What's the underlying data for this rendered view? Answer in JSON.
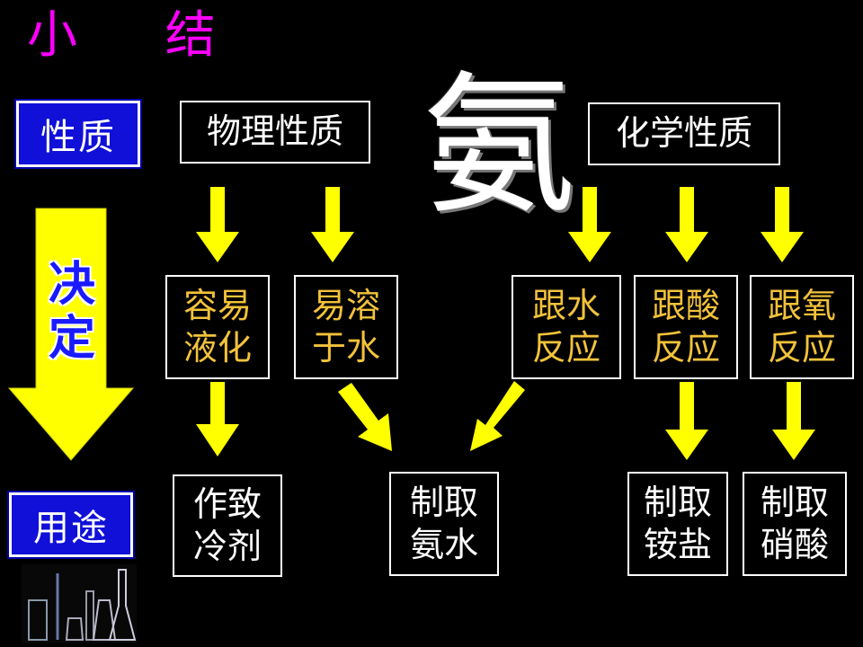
{
  "title": "小 结",
  "center_char": "氨",
  "left": {
    "properties_label": "性质",
    "determines_label": "决\n定",
    "uses_label": "用途"
  },
  "physical": {
    "header": "物理性质",
    "items": [
      "容易\n液化",
      "易溶\n于水"
    ]
  },
  "chemical": {
    "header": "化学性质",
    "items": [
      "跟水\n反应",
      "跟酸\n反应",
      "跟氧\n反应"
    ]
  },
  "uses": [
    "作致\n冷剂",
    "制取\n氨水",
    "制取\n铵盐",
    "制取\n硝酸"
  ],
  "colors": {
    "title": "#ff00ff",
    "arrow": "#ffff00",
    "gold_text": "#f2c23a",
    "blue_box": "#1010d8"
  }
}
